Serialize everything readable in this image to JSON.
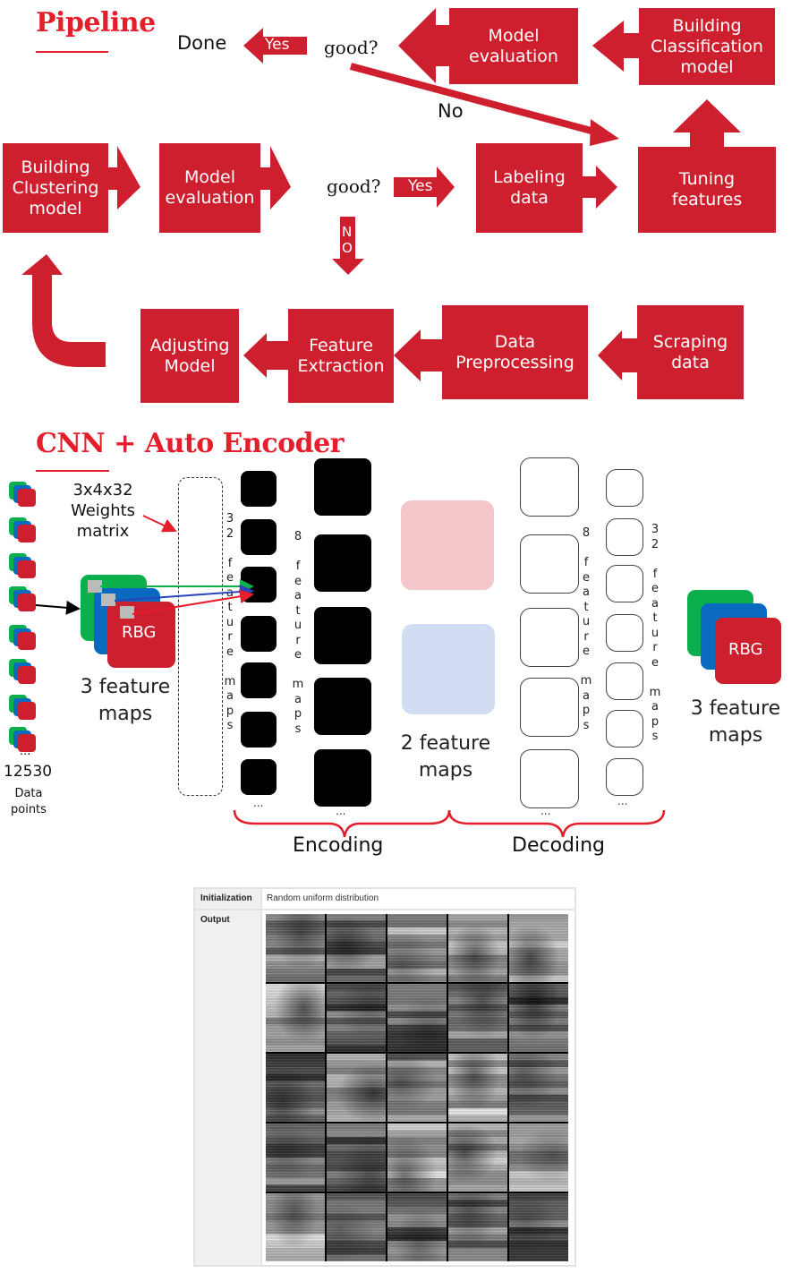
{
  "pipeline": {
    "title": "Pipeline",
    "done_label": "Done",
    "yes_top": "Yes",
    "good_top": "good?",
    "no_diag": "No",
    "good_mid": "good?",
    "yes_mid": "Yes",
    "no_down": "NO",
    "boxes": {
      "model_evaluation_top": "Model\nevaluation",
      "building_classification": "Building\nClassification\nmodel",
      "building_clustering": "Building\nClustering\nmodel",
      "model_evaluation_mid": "Model\nevaluation",
      "labeling_data": "Labeling\ndata",
      "tuning_features": "Tuning\nfeatures",
      "adjusting_model": "Adjusting\nModel",
      "feature_extraction": "Feature\nExtraction",
      "data_preprocessing": "Data\nPreprocessing",
      "scraping_data": "Scraping\ndata"
    },
    "colors": {
      "accent": "#cd1f2d",
      "title": "#e41e2b"
    }
  },
  "cnn": {
    "title": "CNN + Auto Encoder",
    "weights_label": "3x4x32\nWeights\nmatrix",
    "data_points_count": "12530",
    "data_points_label": "Data\npoints",
    "ellipsis": "...",
    "rgb_label": "RBG",
    "input_maps_label": "3 feature\nmaps",
    "enc32_label": "32 feature maps",
    "enc8_label": "8 feature maps",
    "latent_label": "2 feature\nmaps",
    "dec8_label": "8 feature maps",
    "dec32_label": "32 feature maps",
    "output_rgb_label": "RBG",
    "output_maps_label": "3 feature\nmaps",
    "encoding_label": "Encoding",
    "decoding_label": "Decoding",
    "colors": {
      "green": "#0bb04c",
      "blue": "#0a6abf",
      "red": "#cd1f2d",
      "latent_red": "#f4c6ca",
      "latent_blue": "#d2dcf2"
    }
  },
  "results_table": {
    "rows": [
      {
        "label": "Initialization",
        "value": "Random uniform distribution"
      },
      {
        "label": "Output",
        "value": ""
      }
    ],
    "grid_rows": 5,
    "grid_cols": 5
  }
}
